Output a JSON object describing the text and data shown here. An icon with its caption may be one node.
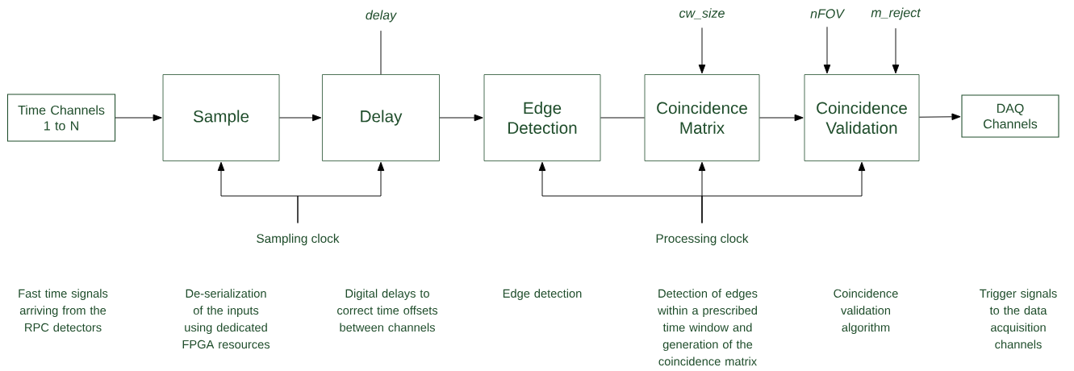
{
  "diagram": {
    "nodes": [
      {
        "text": [
          "Time Channels 1 to N"
        ]
      },
      {
        "text": [
          "Sample"
        ]
      },
      {
        "text": [
          "Delay"
        ]
      },
      {
        "text": [
          "Edge Detection"
        ]
      },
      {
        "text": [
          "Coincidence Matrix"
        ]
      },
      {
        "text": [
          "Coincidence Validation"
        ]
      },
      {
        "text": [
          "DAQ Channels"
        ]
      },
      {
        "text": [
          "delay"
        ]
      },
      {
        "text": [
          "cw_size"
        ]
      },
      {
        "text": [
          "nFOV"
        ]
      },
      {
        "text": [
          "m_reject"
        ]
      },
      {
        "text": [
          "Sampling clock"
        ]
      },
      {
        "text": [
          "Processing clock"
        ]
      }
    ],
    "edges": [
      {
        "from": 0,
        "to": 1,
        "arrow": "to"
      },
      {
        "from": 1,
        "to": 2,
        "arrow": "to"
      },
      {
        "from": 2,
        "to": 3,
        "arrow": "to"
      },
      {
        "from": 3,
        "to": 4,
        "arrow": "none"
      },
      {
        "from": 4,
        "to": 5,
        "arrow": "to"
      },
      {
        "from": 5,
        "to": 6,
        "arrow": "to"
      },
      {
        "from": 7,
        "to": 2,
        "arrow": "none"
      },
      {
        "from": 8,
        "to": 4,
        "arrow": "to"
      },
      {
        "from": 9,
        "to": 5,
        "arrow": "to"
      },
      {
        "from": 10,
        "to": 5,
        "arrow": "to"
      },
      {
        "from": 11,
        "to": 1,
        "arrow": "to"
      },
      {
        "from": 11,
        "to": 2,
        "arrow": "to"
      },
      {
        "from": 12,
        "to": 3,
        "arrow": "to"
      },
      {
        "from": 12,
        "to": 4,
        "arrow": "to"
      },
      {
        "from": 12,
        "to": 5,
        "arrow": "to"
      }
    ],
    "labels": [
      "Fast time signals arriving from the RPC detectors",
      "De-serialization of the inputs using dedicated FPGA resources",
      "Digital delays to correct time offsets between channels",
      "Edge detection",
      "Detection of edges within a prescribed time window and generation of the coincidence matrix",
      "Coincidence validation algorithm",
      "Trigger signals to the data acquisition channels"
    ]
  }
}
